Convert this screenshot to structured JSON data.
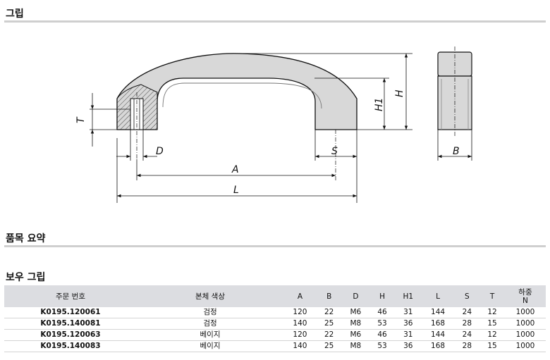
{
  "sections": {
    "drawing_title": "그립",
    "summary_title": "품목 요약",
    "product_title": "보우 그립"
  },
  "drawing_labels": {
    "T": "T",
    "D": "D",
    "A": "A",
    "L": "L",
    "S": "S",
    "H1": "H1",
    "H": "H",
    "B": "B"
  },
  "table": {
    "headers": [
      "주문 번호",
      "본체 색상",
      "A",
      "B",
      "D",
      "H",
      "H1",
      "L",
      "S",
      "T",
      "하중"
    ],
    "load_unit": "N",
    "rows": [
      [
        "K0195.120061",
        "검정",
        "120",
        "22",
        "M6",
        "46",
        "31",
        "144",
        "24",
        "12",
        "1000"
      ],
      [
        "K0195.140081",
        "검정",
        "140",
        "25",
        "M8",
        "53",
        "36",
        "168",
        "28",
        "15",
        "1000"
      ],
      [
        "K0195.120063",
        "베이지",
        "120",
        "22",
        "M6",
        "46",
        "31",
        "144",
        "24",
        "12",
        "1000"
      ],
      [
        "K0195.140083",
        "베이지",
        "140",
        "25",
        "M8",
        "53",
        "36",
        "168",
        "28",
        "15",
        "1000"
      ]
    ]
  }
}
